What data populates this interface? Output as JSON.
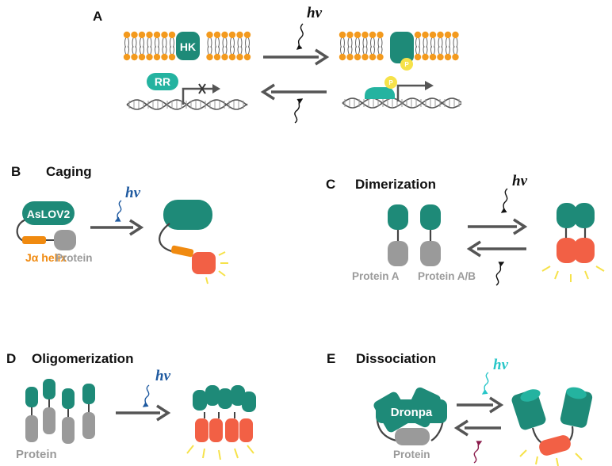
{
  "colors": {
    "teal": "#1e8a78",
    "teal_light": "#24b3a0",
    "gray": "#9a9a9a",
    "orange": "#f08a10",
    "red": "#f26045",
    "yellow": "#f6e24a",
    "arrow": "#555555",
    "hv_black": "#111111",
    "hv_blue": "#1f5aa0",
    "hv_cyan": "#28c6c8",
    "hv_maroon": "#8a1a4a"
  },
  "panel_a": {
    "letter": "A",
    "hk_label": "HK",
    "rr_label": "RR",
    "phospho_label": "P",
    "hv_label": "hν"
  },
  "panel_b": {
    "letter": "B",
    "title": "Caging",
    "aslov_label": "AsLOV2",
    "ja_label": "Jα helix",
    "protein_label": "Protein",
    "hv_label": "hν"
  },
  "panel_c": {
    "letter": "C",
    "title": "Dimerization",
    "protein_a_label": "Protein A",
    "protein_ab_label": "Protein A/B",
    "hv_label": "hν"
  },
  "panel_d": {
    "letter": "D",
    "title": "Oligomerization",
    "protein_label": "Protein",
    "hv_label": "hν"
  },
  "panel_e": {
    "letter": "E",
    "title": "Dissociation",
    "dronpa_label": "Dronpa",
    "protein_label": "Protein",
    "hv_label": "hν"
  }
}
